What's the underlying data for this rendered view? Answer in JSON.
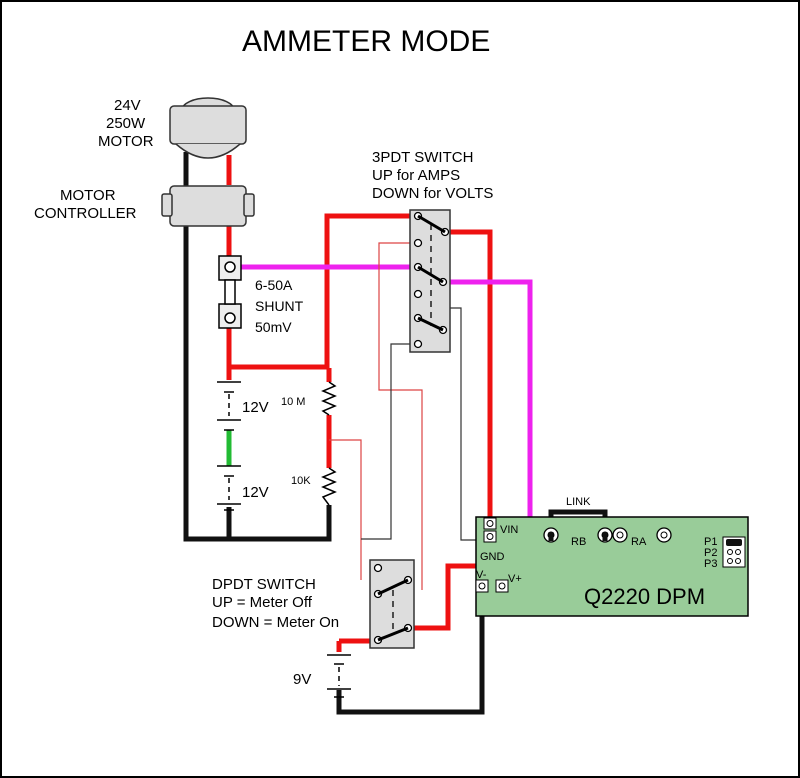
{
  "title": "AMMETER MODE",
  "colors": {
    "power": "#ee1111",
    "ground": "#111111",
    "sense": "#ee22ee",
    "signal": "#dd4444",
    "fuse": "#22bb33",
    "dpm_board": "#99cc99",
    "component_fill": "#dddddd"
  },
  "motor": {
    "lines": [
      "24V",
      "250W",
      "MOTOR"
    ]
  },
  "controller": {
    "lines": [
      "MOTOR",
      "CONTROLLER"
    ]
  },
  "shunt": {
    "lines": [
      "6-50A",
      "SHUNT",
      "50mV"
    ]
  },
  "batteries": {
    "top": "12V",
    "bottom": "12V"
  },
  "resistors": {
    "top": "10 M",
    "bottom": "10K"
  },
  "switch3pdt": {
    "lines": [
      "3PDT SWITCH",
      "UP for AMPS",
      "DOWN for VOLTS"
    ]
  },
  "switchDpdt": {
    "lines": [
      "DPDT SWITCH",
      "UP = Meter Off",
      "DOWN = Meter On"
    ]
  },
  "battery9v": "9V",
  "dpm": {
    "name": "Q2220 DPM",
    "link": "LINK",
    "pins": {
      "vin": "VIN",
      "gnd": "GND",
      "vminus": "V-",
      "vplus": "V+",
      "rb": "RB",
      "ra": "RA"
    },
    "jumpers": [
      "P1",
      "P2",
      "P3"
    ]
  }
}
